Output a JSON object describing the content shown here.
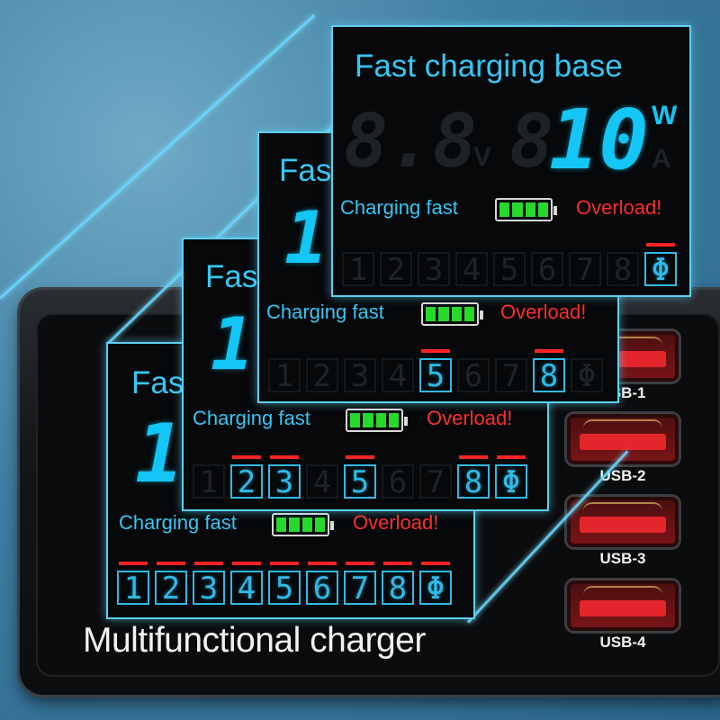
{
  "product": {
    "title": "Multifunctional charger"
  },
  "usb_ports": [
    {
      "label": "USB-1"
    },
    {
      "label": "USB-2"
    },
    {
      "label": "USB-3"
    },
    {
      "label": "USB-4"
    }
  ],
  "panels": {
    "p1": {
      "title": "Fast",
      "charging": "Charging fast",
      "overload": "Overload!",
      "digit": "1",
      "slots": [
        "1",
        "2",
        "3",
        "4",
        "5",
        "6",
        "7",
        "8",
        "Φ"
      ]
    },
    "p2": {
      "title": "Fas",
      "charging": "Charging fast",
      "overload": "Overload!",
      "digit": "1",
      "slots": [
        "1",
        "2",
        "3",
        "4",
        "5",
        "6",
        "7",
        "8",
        "Φ"
      ]
    },
    "p3": {
      "title": "Fas",
      "charging": "Charging fast",
      "overload": "Overload!",
      "digit": "1",
      "slots": [
        "1",
        "2",
        "3",
        "4",
        "5",
        "6",
        "7",
        "8",
        "Φ"
      ]
    },
    "p4": {
      "title": "Fast charging base",
      "charging": "Charging fast",
      "overload": "Overload!",
      "voltage_ghost": "8.8",
      "v_unit": "V",
      "watts_ghost": "8",
      "watts_value": "10",
      "w_unit": "W",
      "a_unit": "A",
      "slots": [
        "1",
        "2",
        "3",
        "4",
        "5",
        "6",
        "7",
        "8",
        "Φ"
      ]
    }
  },
  "colors": {
    "accent_blue": "#13c6f6",
    "overload_red": "#ff2d2d",
    "battery_green": "#27d92b"
  }
}
